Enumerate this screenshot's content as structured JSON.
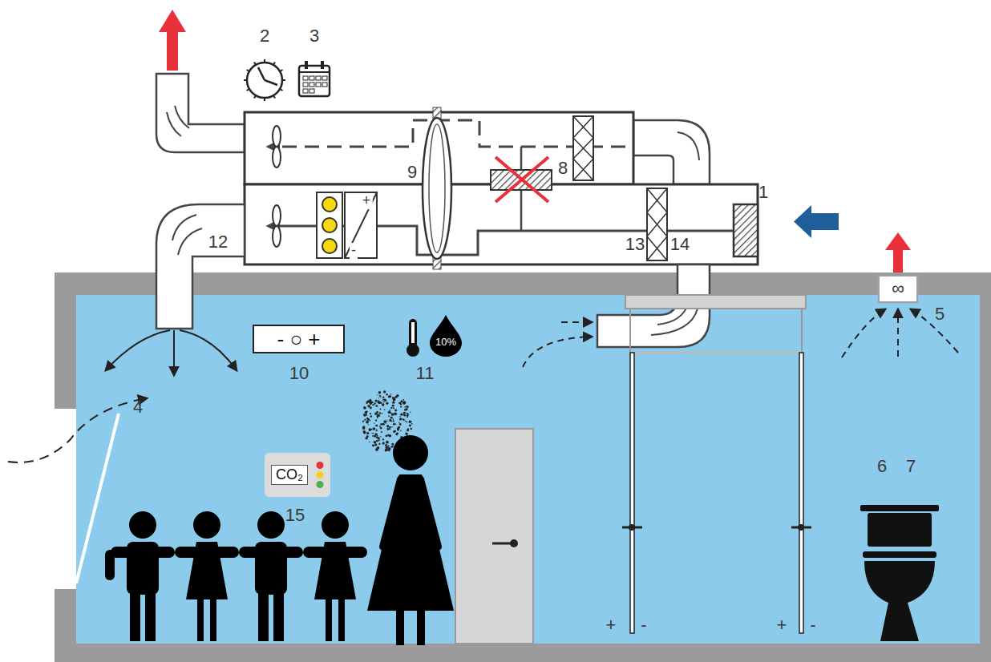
{
  "diagram": {
    "nodes": [
      {
        "text": [
          "- ○ +"
        ]
      },
      {
        "text": [
          "10%"
        ]
      },
      {
        "text": [
          "∞"
        ]
      },
      {
        "text": [
          "CO₂"
        ]
      }
    ],
    "labels": [
      "1",
      "2",
      "3",
      "4",
      "5",
      "6",
      "7",
      "8",
      "9",
      "10",
      "11",
      "12",
      "13",
      "14",
      "15",
      "+",
      "-",
      "+",
      "-",
      "+",
      "-"
    ]
  }
}
